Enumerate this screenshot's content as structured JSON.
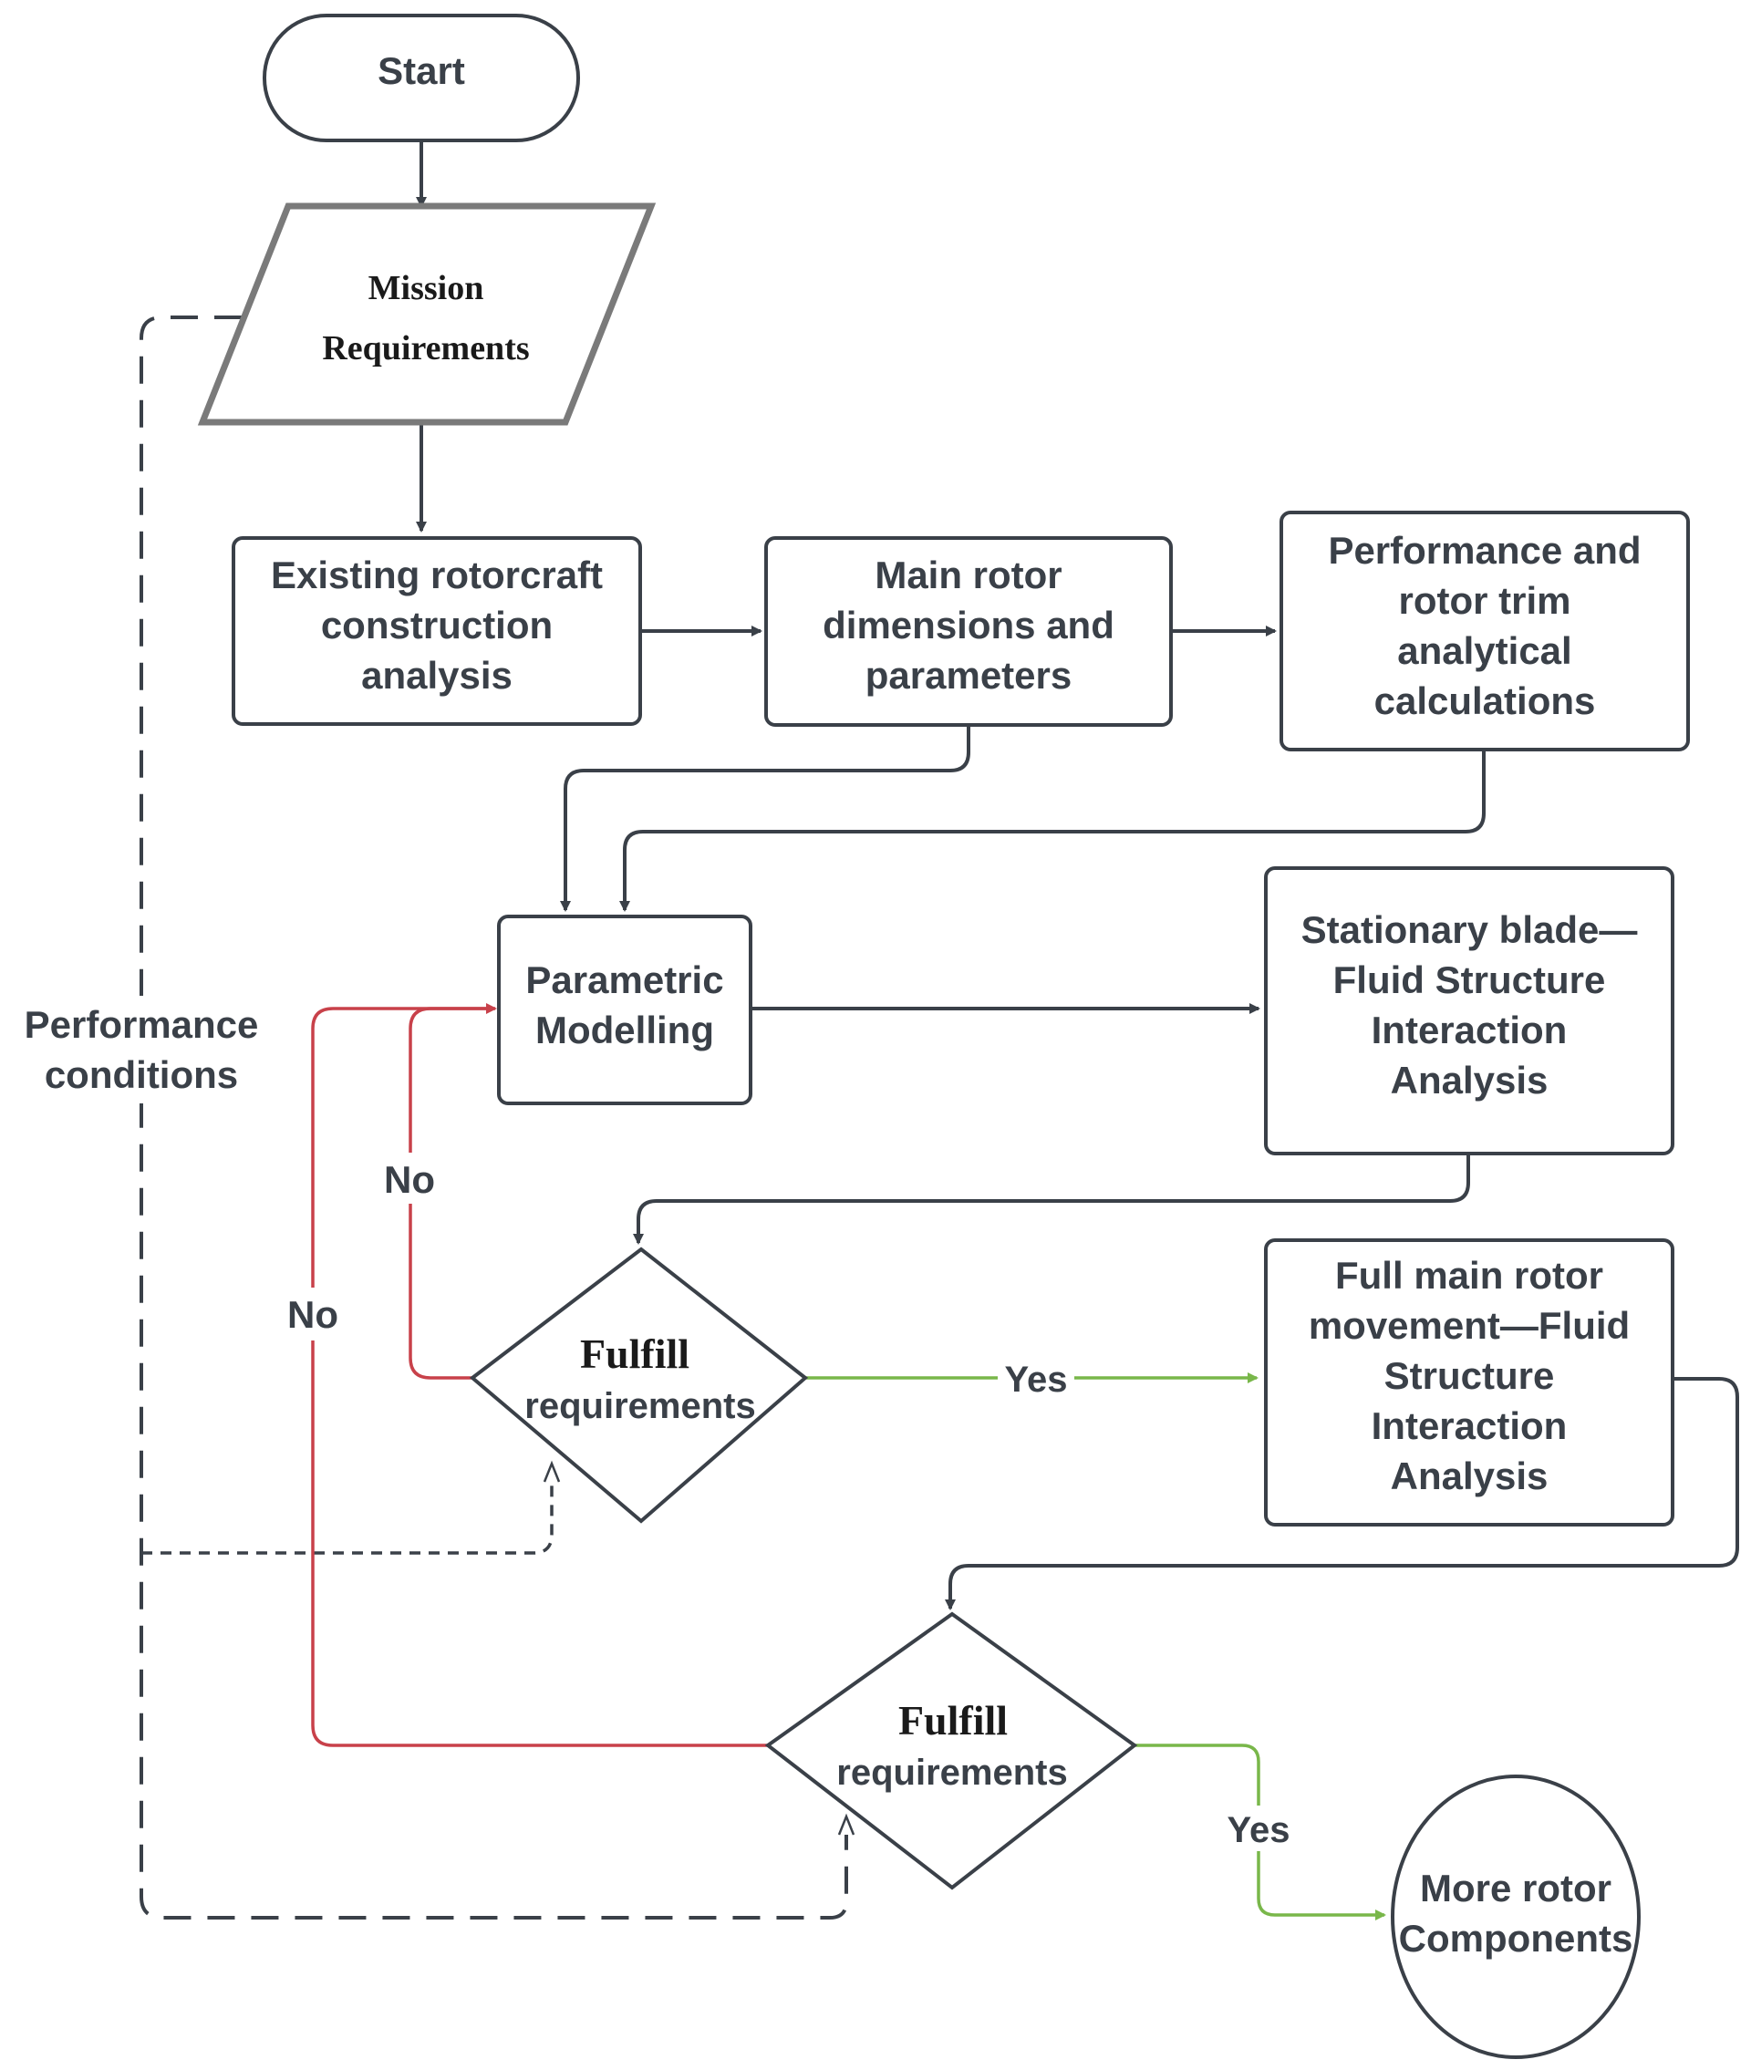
{
  "nodes": {
    "start": "Start",
    "mission": [
      "Mission",
      "Requirements"
    ],
    "existing": [
      "Existing rotorcraft",
      "construction",
      "analysis"
    ],
    "main_rotor": [
      "Main rotor",
      "dimensions and",
      "parameters"
    ],
    "performance_calc": [
      "Performance and",
      "rotor trim",
      "analytical",
      "calculations"
    ],
    "parametric": [
      "Parametric",
      "Modelling"
    ],
    "stationary": [
      "Stationary blade—",
      "Fluid Structure",
      "Interaction",
      "Analysis"
    ],
    "decision1": [
      "Fulfill",
      "requirements"
    ],
    "full_rotor": [
      "Full main rotor",
      "movement—Fluid",
      "Structure",
      "Interaction",
      "Analysis"
    ],
    "decision2": [
      "Fulfill",
      "requirements"
    ],
    "more": [
      "More rotor",
      "Components"
    ]
  },
  "edge_labels": {
    "performance_conditions": [
      "Performance",
      "conditions"
    ],
    "no_inner": "No",
    "no_outer": "No",
    "yes1": "Yes",
    "yes2": "Yes"
  },
  "colors": {
    "ink": "#3a4048",
    "no_path": "#c8414a",
    "yes_path": "#79b74a",
    "mission_border": "#7a7a7a"
  }
}
